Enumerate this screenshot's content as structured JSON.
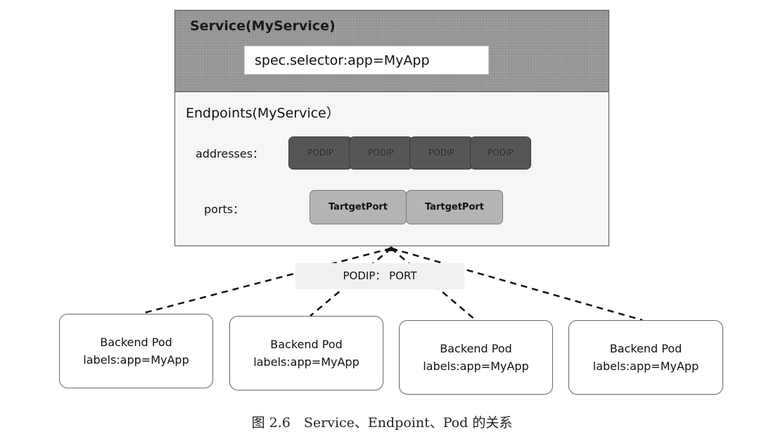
{
  "service": {
    "title": "Service(MyService)",
    "selector": "spec.selector:app=MyApp"
  },
  "endpoints": {
    "title": "Endpoints(MyService）",
    "addresses_label": "addresses：",
    "addresses": [
      "PODIP",
      "PODIP",
      "PODIP",
      "PODIP"
    ],
    "ports_label": "ports：",
    "ports": [
      "TartgetPort",
      "TartgetPort"
    ]
  },
  "connection_label": "PODIP： PORT",
  "pods": [
    {
      "name": "Backend Pod",
      "labels": "labels:app=MyApp"
    },
    {
      "name": "Backend Pod",
      "labels": "labels:app=MyApp"
    },
    {
      "name": "Backend Pod",
      "labels": "labels:app=MyApp"
    },
    {
      "name": "Backend Pod",
      "labels": "labels:app=MyApp"
    }
  ],
  "caption": "图 2.6　Service、Endpoint、Pod 的关系",
  "colors": {
    "service_fill": "#9a9a9a",
    "podip_fill": "#555555",
    "targetport_fill": "#b4b4b4",
    "endpoints_fill": "#f6f6f6"
  }
}
